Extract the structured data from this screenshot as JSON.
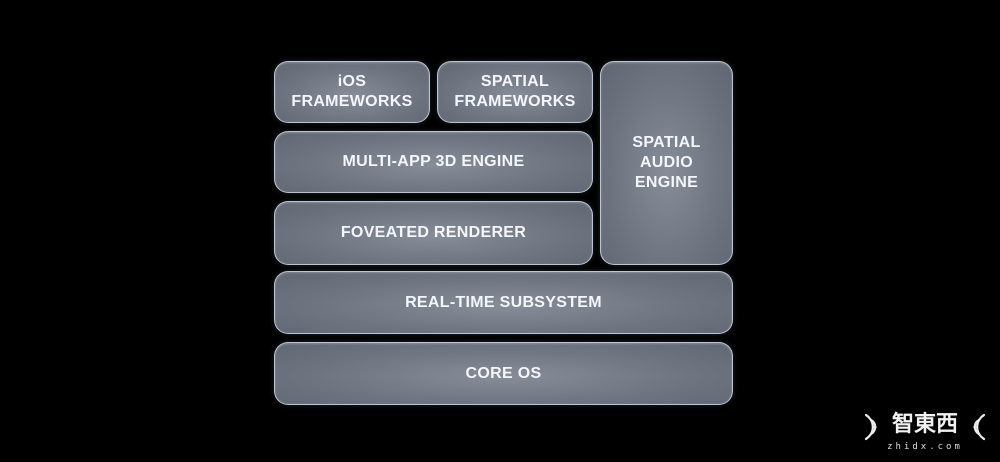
{
  "diagram": {
    "blocks": {
      "ios_frameworks": "iOS\nFRAMEWORKS",
      "spatial_frameworks": "SPATIAL\nFRAMEWORKS",
      "spatial_audio_engine": "SPATIAL\nAUDIO\nENGINE",
      "multi_app_3d_engine": "MULTI-APP 3D ENGINE",
      "foveated_renderer": "FOVEATED RENDERER",
      "real_time_subsystem": "REAL-TIME SUBSYSTEM",
      "core_os": "CORE OS"
    }
  },
  "watermark": {
    "logo_text": "智東西",
    "sub_text": "zhidx.com"
  },
  "colors": {
    "background": "#000000",
    "block_fill": "#737a86",
    "block_border": "#d7e1f0",
    "text": "#f4f6fa"
  }
}
